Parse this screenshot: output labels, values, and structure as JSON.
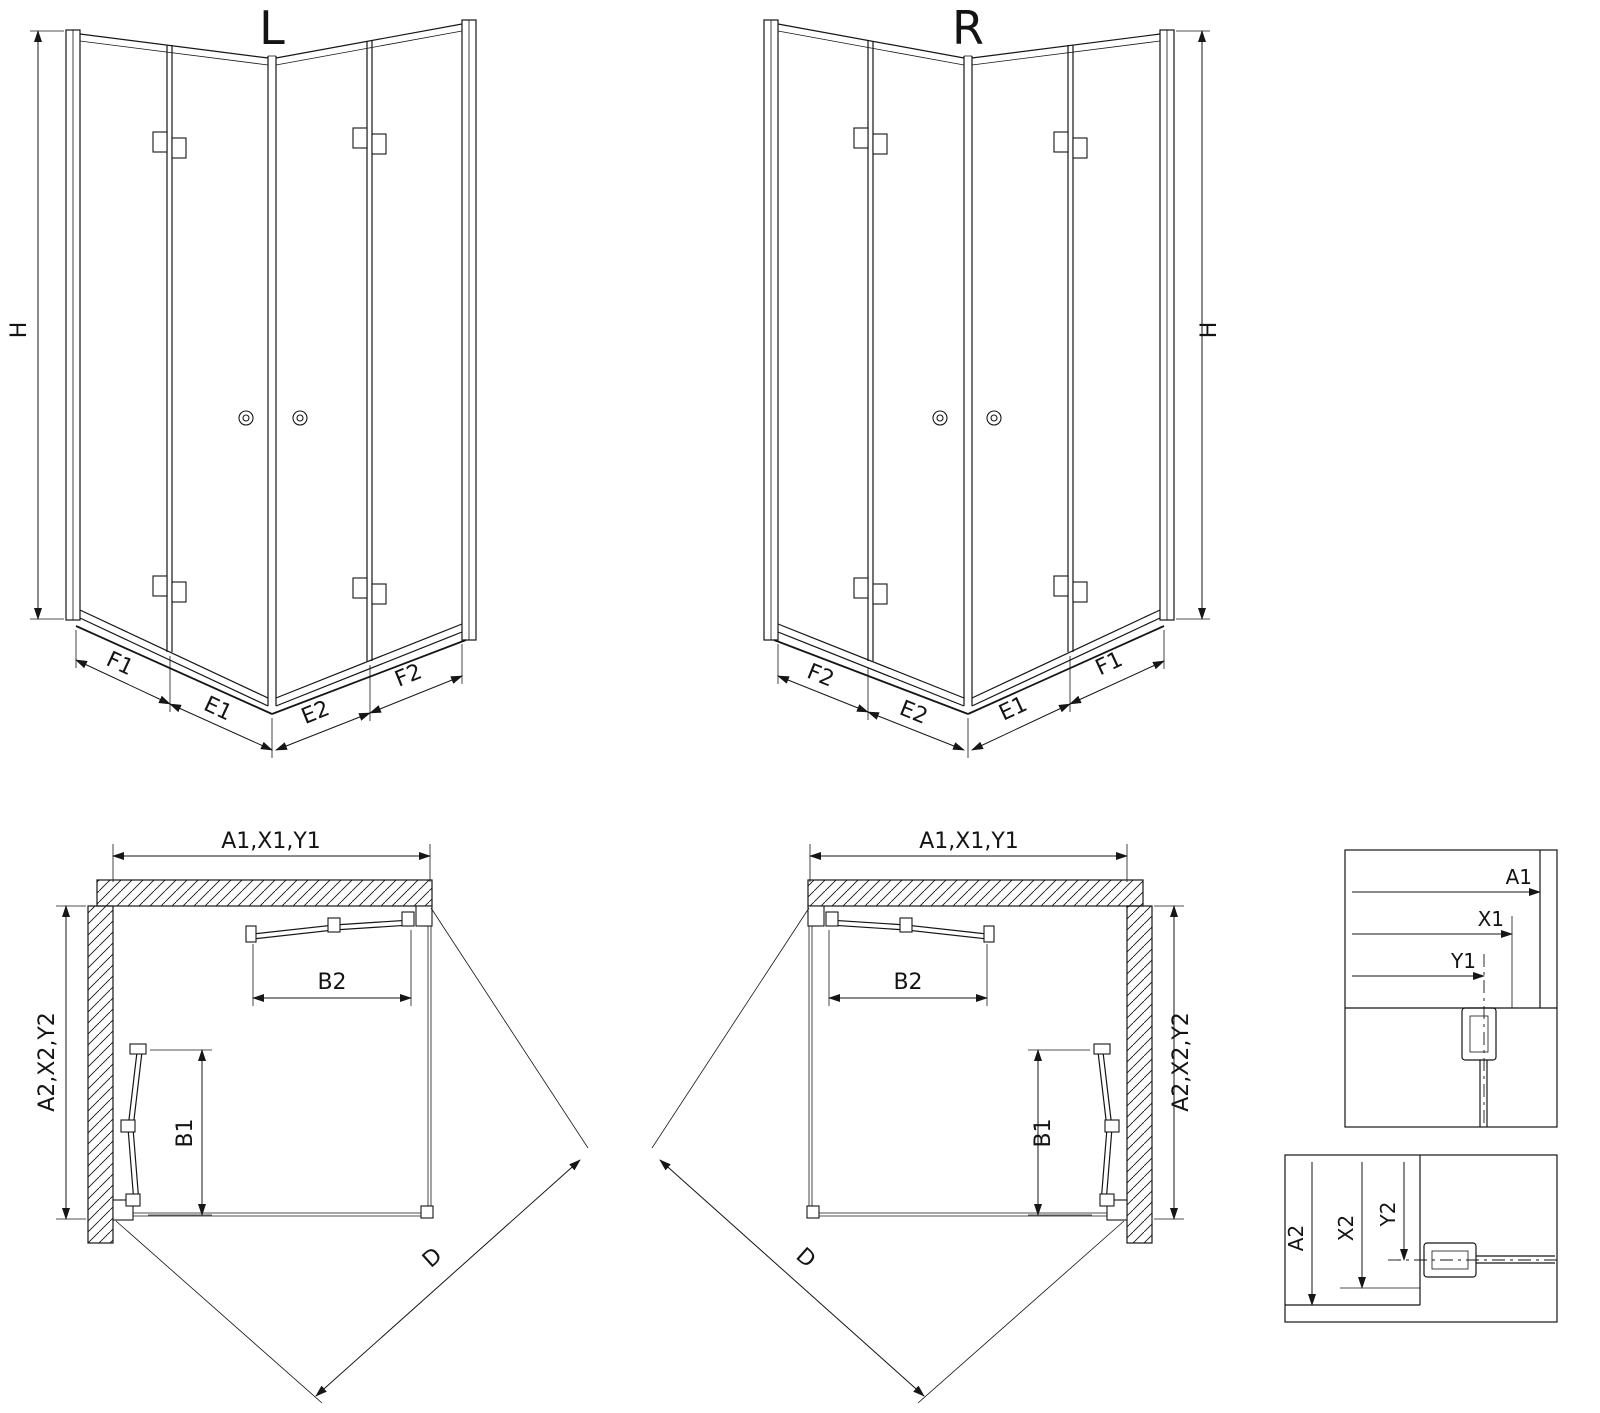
{
  "front_left": {
    "title": "L",
    "height": "H",
    "bottom_segments": [
      "F1",
      "E1",
      "E2",
      "F2"
    ]
  },
  "front_right": {
    "title": "R",
    "height": "H",
    "bottom_segments": [
      "F2",
      "E2",
      "E1",
      "F1"
    ]
  },
  "plan_left": {
    "width_dim": "A1,X1,Y1",
    "depth_dim": "A2,X2,Y2",
    "door_top": "B2",
    "door_side": "B1",
    "diagonal": "D"
  },
  "plan_right": {
    "width_dim": "A1,X1,Y1",
    "depth_dim": "A2,X2,Y2",
    "door_top": "B2",
    "door_side": "B1",
    "diagonal": "D"
  },
  "detail_top": {
    "dims": [
      "A1",
      "X1",
      "Y1"
    ]
  },
  "detail_bottom": {
    "dims": [
      "A2",
      "X2",
      "Y2"
    ]
  }
}
